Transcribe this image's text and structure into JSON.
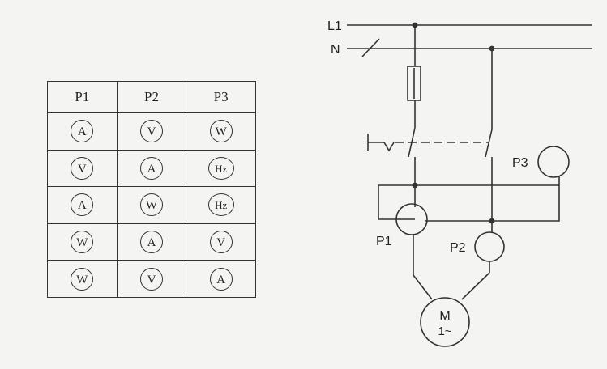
{
  "table": {
    "headers": [
      "P1",
      "P2",
      "P3"
    ],
    "rows": [
      [
        "A",
        "V",
        "W"
      ],
      [
        "V",
        "A",
        "Hz"
      ],
      [
        "A",
        "W",
        "Hz"
      ],
      [
        "W",
        "A",
        "V"
      ],
      [
        "W",
        "V",
        "A"
      ]
    ]
  },
  "circuit": {
    "line_label": "L1",
    "neutral_label": "N",
    "meter_labels": {
      "p1": "P1",
      "p2": "P2",
      "p3": "P3"
    },
    "motor_label_top": "M",
    "motor_label_bottom": "1~"
  }
}
